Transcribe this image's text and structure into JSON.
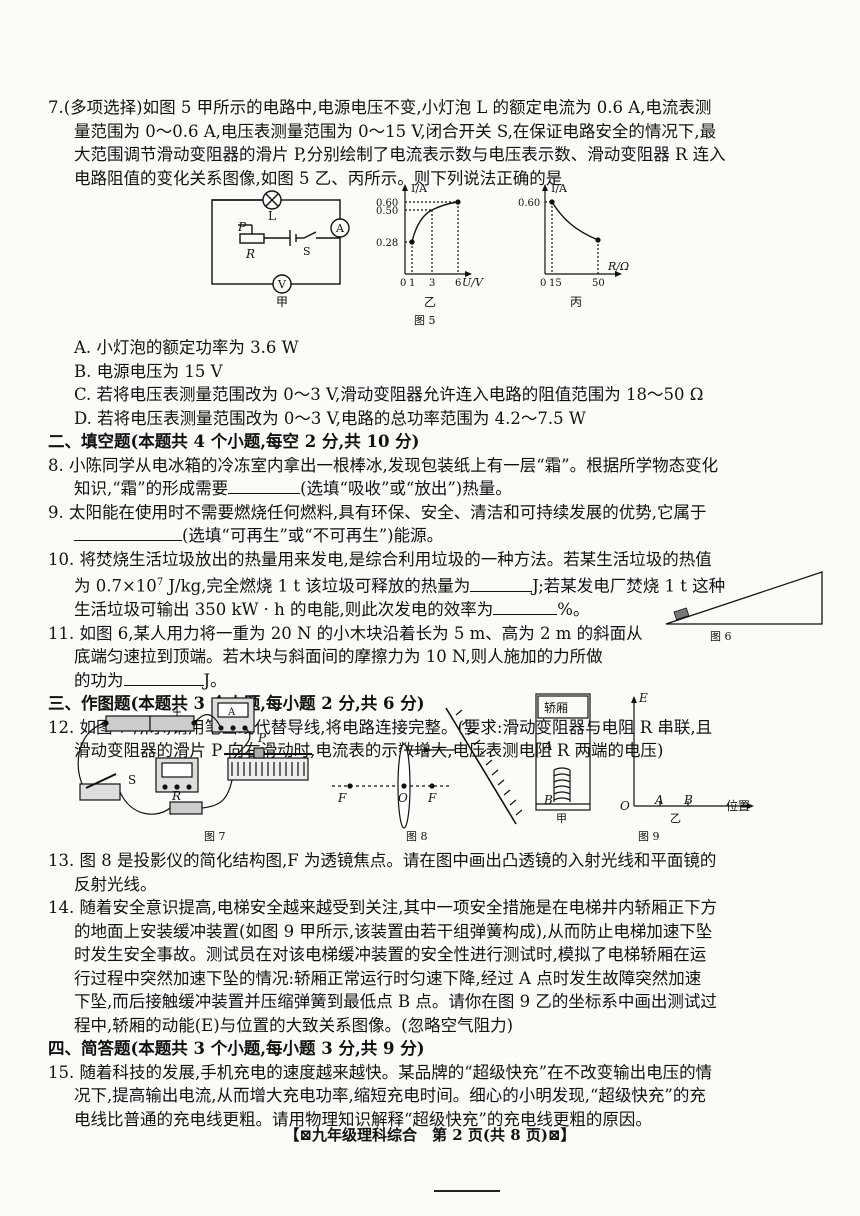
{
  "q7": {
    "lines": [
      "7.(多项选择)如图 5 甲所示的电路中,电源电压不变,小灯泡 L 的额定电流为 0.6 A,电流表测",
      "量范围为 0～0.6 A,电压表测量范围为 0～15 V,闭合开关 S,在保证电路安全的情况下,最",
      "大范围调节滑动变阻器的滑片 P,分别绘制了电流表示数与电压表示数、滑动变阻器 R 连入",
      "电路阻值的变化关系图像,如图 5 乙、丙所示。则下列说法正确的是"
    ],
    "options": [
      "A. 小灯泡的额定功率为 3.6 W",
      "B. 电源电压为 15 V",
      "C. 若将电压表测量范围改为 0～3 V,滑动变阻器允许连入电路的阻值范围为 18～50 Ω",
      "D. 若将电压表测量范围改为 0～3 V,电路的总功率范围为 4.2～7.5 W"
    ]
  },
  "fig5": {
    "caption": "图 5",
    "circuit": {
      "label_lamp": "L",
      "label_ammeter": "A",
      "label_p": "P",
      "label_r": "R",
      "label_s": "S",
      "label_voltmeter": "V",
      "label_name": "甲"
    },
    "graph_yi": {
      "ylabel": "I/A",
      "xlabel": "U/V",
      "y_ticks": [
        "0.60",
        "0.50",
        "0.28"
      ],
      "x_ticks": [
        "0",
        "1",
        "3",
        "6"
      ],
      "name": "乙"
    },
    "graph_bing": {
      "ylabel": "I/A",
      "xlabel": "R/Ω",
      "y_ticks": [
        "0.60"
      ],
      "x_ticks": [
        "0",
        "15",
        "50"
      ],
      "name": "丙"
    }
  },
  "section2": {
    "heading": "二、填空题(本题共 4 个小题,每空 2 分,共 10 分)"
  },
  "q8": {
    "l1": "8. 小陈同学从电冰箱的冷冻室内拿出一根棒冰,发现包装纸上有一层“霜”。根据所学物态变化",
    "l2a": "知识,“霜”的形成需要",
    "l2b": "(选填“吸收”或“放出”)热量。"
  },
  "q9": {
    "l1": "9. 太阳能在使用时不需要燃烧任何燃料,具有环保、安全、清洁和可持续发展的优势,它属于",
    "l2": "(选填“可再生”或“不可再生”)能源。"
  },
  "q10": {
    "l1": "10. 将焚烧生活垃圾放出的热量用来发电,是综合利用垃圾的一种方法。若某生活垃圾的热值",
    "l2a": "为 0.7×10",
    "l2sup": "7",
    "l2b": " J/kg,完全燃烧 1 t 该垃圾可释放的热量为",
    "l2c": "J;若某发电厂焚烧 1 t 这种",
    "l3a": "生活垃圾可输出 350 kW · h 的电能,则此次发电的效率为",
    "l3b": "%。"
  },
  "q11": {
    "l1": "11. 如图 6,某人用力将一重为 20 N 的小木块沿着长为 5 m、高为 2 m 的斜面从",
    "l2": "底端匀速拉到顶端。若木块与斜面间的摩擦力为 10 N,则人施加的力所做",
    "l3a": "的功为",
    "l3b": "J。",
    "fig_caption": "图 6"
  },
  "section3": {
    "heading": "三、作图题(本题共 3 个小题,每小题 2 分,共 6 分)"
  },
  "q12": {
    "l1": "12. 如图 7 所示,请用笔画线代替导线,将电路连接完整。(要求:滑动变阻器与电阻 R 串联,且",
    "l2": "滑动变阻器的滑片 P 向右滑动时,电流表的示数增大,电压表测电阻 R 两端的电压)"
  },
  "fig7": {
    "caption": "图 7",
    "label_minus": "-",
    "label_plus": "+",
    "label_s": "S",
    "label_r": "R",
    "label_p": "P",
    "label_a": "A"
  },
  "fig8": {
    "caption": "图 8",
    "label_f1": "F",
    "label_o": "O",
    "label_f2": "F"
  },
  "fig9": {
    "caption": "图 9",
    "label_car": "轿厢",
    "label_a": "A",
    "label_b": "B",
    "label_jia": "甲",
    "axis_e": "E",
    "axis_o": "O",
    "axis_a": "A",
    "axis_b": "B",
    "axis_pos": "位置",
    "label_yi": "乙"
  },
  "q13": {
    "l1": "13. 图 8 是投影仪的简化结构图,F 为透镜焦点。请在图中画出凸透镜的入射光线和平面镜的",
    "l2": "反射光线。"
  },
  "q14": {
    "lines": [
      "14. 随着安全意识提高,电梯安全越来越受到关注,其中一项安全措施是在电梯井内轿厢正下方",
      "的地面上安装缓冲装置(如图 9 甲所示,该装置由若干组弹簧构成),从而防止电梯加速下坠",
      "时发生安全事故。测试员在对该电梯缓冲装置的安全性进行测试时,模拟了电梯轿厢在运",
      "行过程中突然加速下坠的情况:轿厢正常运行时匀速下降,经过 A 点时发生故障突然加速",
      "下坠,而后接触缓冲装置并压缩弹簧到最低点 B 点。请你在图 9 乙的坐标系中画出测试过",
      "程中,轿厢的动能(E)与位置的大致关系图像。(忽略空气阻力)"
    ]
  },
  "section4": {
    "heading": "四、简答题(本题共 3 个小题,每小题 3 分,共 9 分)"
  },
  "q15": {
    "lines": [
      "15. 随着科技的发展,手机充电的速度越来越快。某品牌的“超级快充”在不改变输出电压的情",
      "况下,提高输出电流,从而增大充电功率,缩短充电时间。细心的小明发现,“超级快充”的充",
      "电线比普通的充电线更粗。请用物理知识解释“超级快充”的充电线更粗的原因。"
    ]
  },
  "footer": {
    "text": "【⊠九年级理科综合　第 2 页(共 8 页)⊠】"
  }
}
